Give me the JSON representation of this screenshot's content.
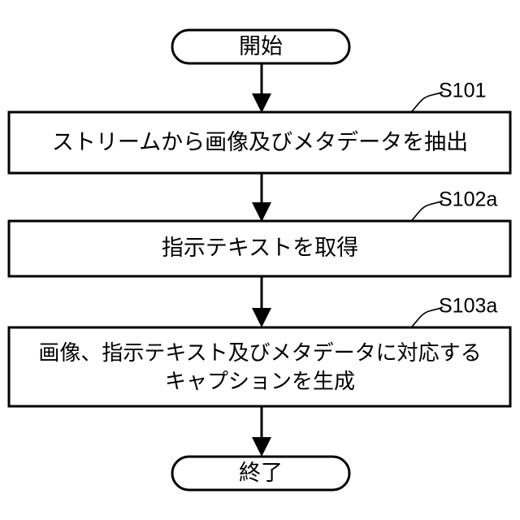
{
  "diagram": {
    "type": "flowchart",
    "orientation": "top-to-bottom",
    "background_color": "#ffffff",
    "line_color": "#000000",
    "shape_fill_color": "#ffffff",
    "nodes": [
      {
        "id": "start",
        "shape": "terminal",
        "label": "開始"
      },
      {
        "id": "s101",
        "shape": "process",
        "label": "ストリームから画像及びメタデータを抽出",
        "step_label": "S101"
      },
      {
        "id": "s102a",
        "shape": "process",
        "label": "指示テキストを取得",
        "step_label": "S102a"
      },
      {
        "id": "s103a",
        "shape": "process",
        "label_line1": "画像、指示テキスト及びメタデータに対応する",
        "label_line2": "キャプションを生成",
        "step_label": "S103a"
      },
      {
        "id": "end",
        "shape": "terminal",
        "label": "終了"
      }
    ],
    "edges": [
      {
        "from": "start",
        "to": "s101",
        "style": "arrow"
      },
      {
        "from": "s101",
        "to": "s102a",
        "style": "arrow"
      },
      {
        "from": "s102a",
        "to": "s103a",
        "style": "arrow"
      },
      {
        "from": "s103a",
        "to": "end",
        "style": "arrow"
      }
    ]
  }
}
